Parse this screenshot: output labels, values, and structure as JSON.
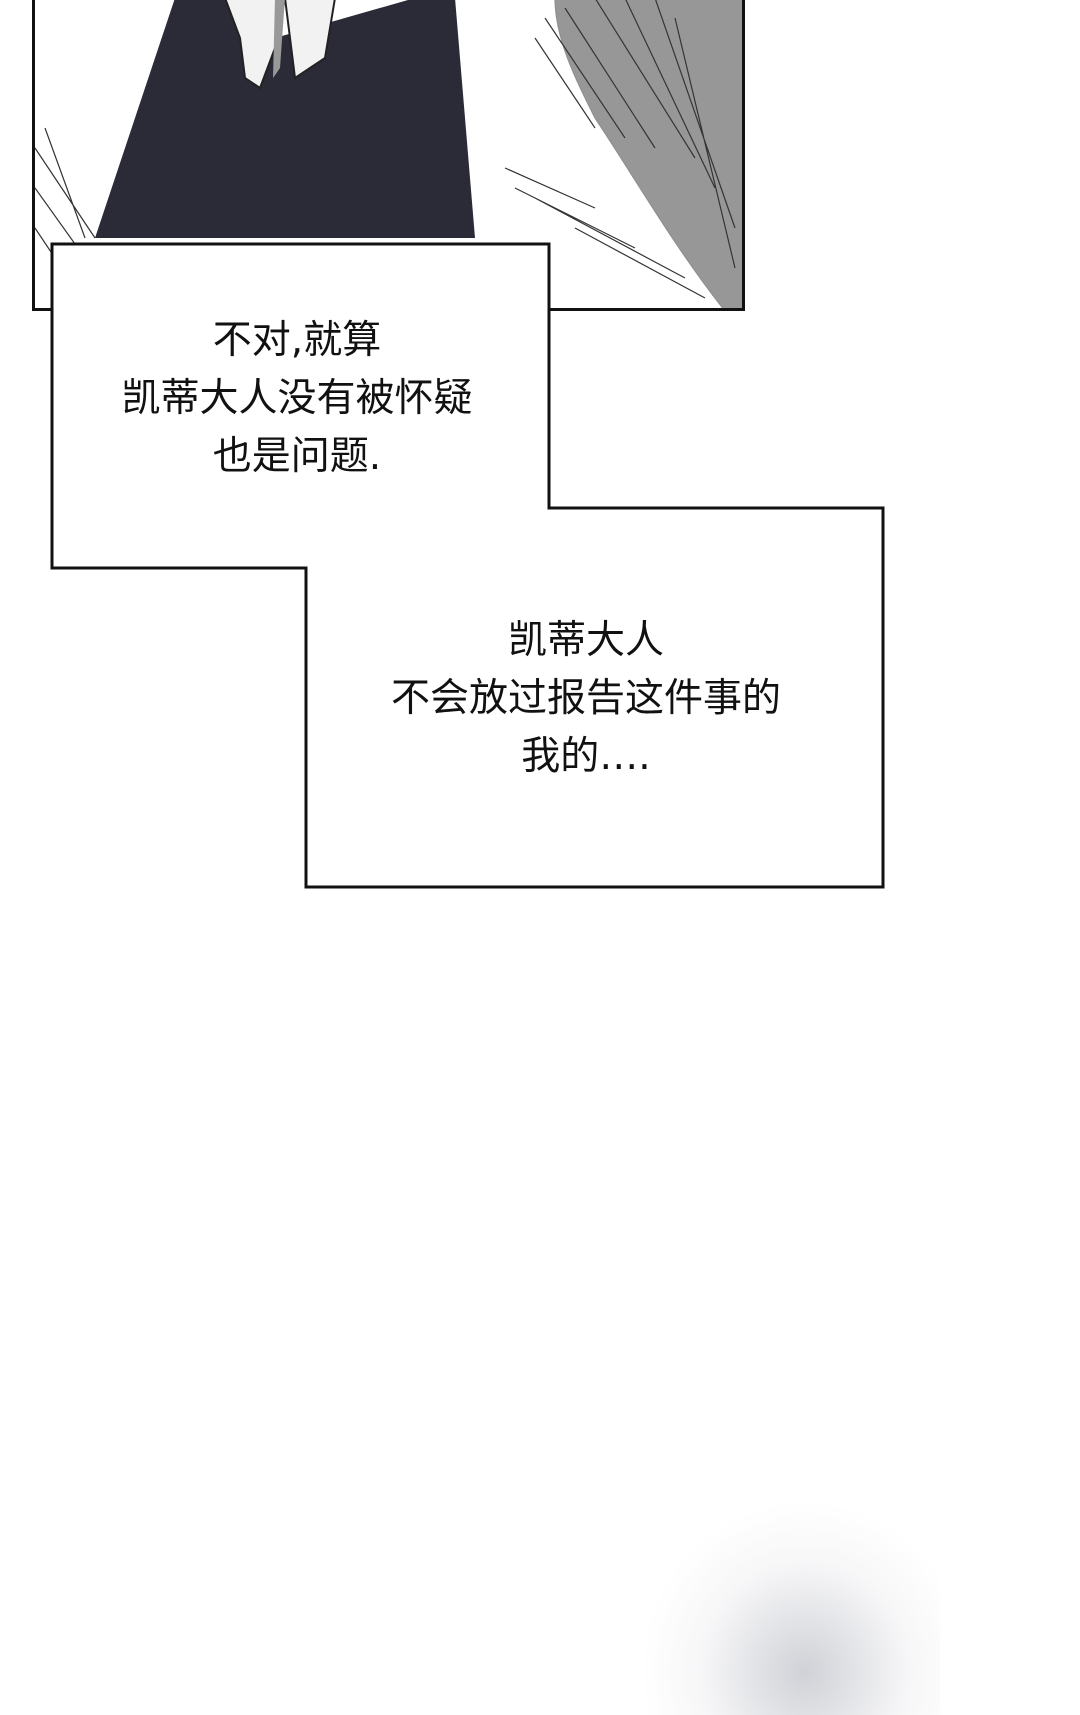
{
  "caption_1": {
    "lines": [
      "不对,就算",
      "凯蒂大人没有被怀疑",
      "也是问题."
    ]
  },
  "caption_2": {
    "lines": [
      "凯蒂大人",
      "不会放过报告这件事的",
      "我的…."
    ]
  },
  "colors": {
    "ink": "#111111",
    "dress": "#2b2b38",
    "paper": "#ffffff"
  }
}
